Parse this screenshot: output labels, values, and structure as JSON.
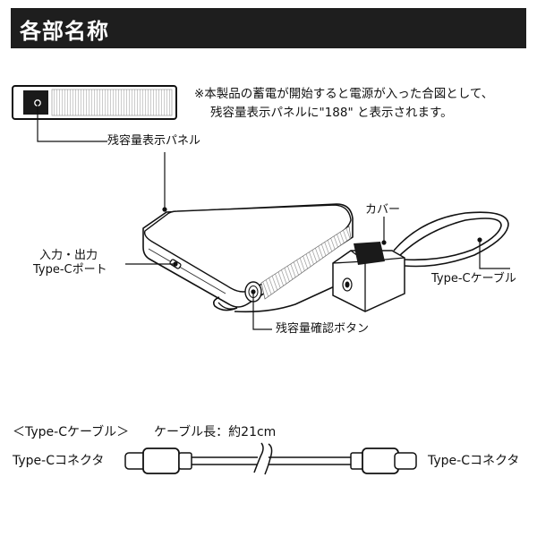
{
  "header": {
    "title": "各部名称"
  },
  "note": {
    "line1": "※本製品の蓄電が開始すると電源が入った合図として、",
    "line2": "残容量表示パネルに\"188\" と表示されます。"
  },
  "labels": {
    "display_panel": "残容量表示パネル",
    "io_port_line1": "入力・出力",
    "io_port_line2": "Type-Cポート",
    "cover": "カバー",
    "type_c_cable": "Type-Cケーブル",
    "check_button": "残容量確認ボタン"
  },
  "cable_section": {
    "title": "＜Type-Cケーブル＞",
    "length": "ケーブル長：約21cm",
    "left_connector": "Type-Cコネクタ",
    "right_connector": "Type-Cコネクタ"
  }
}
